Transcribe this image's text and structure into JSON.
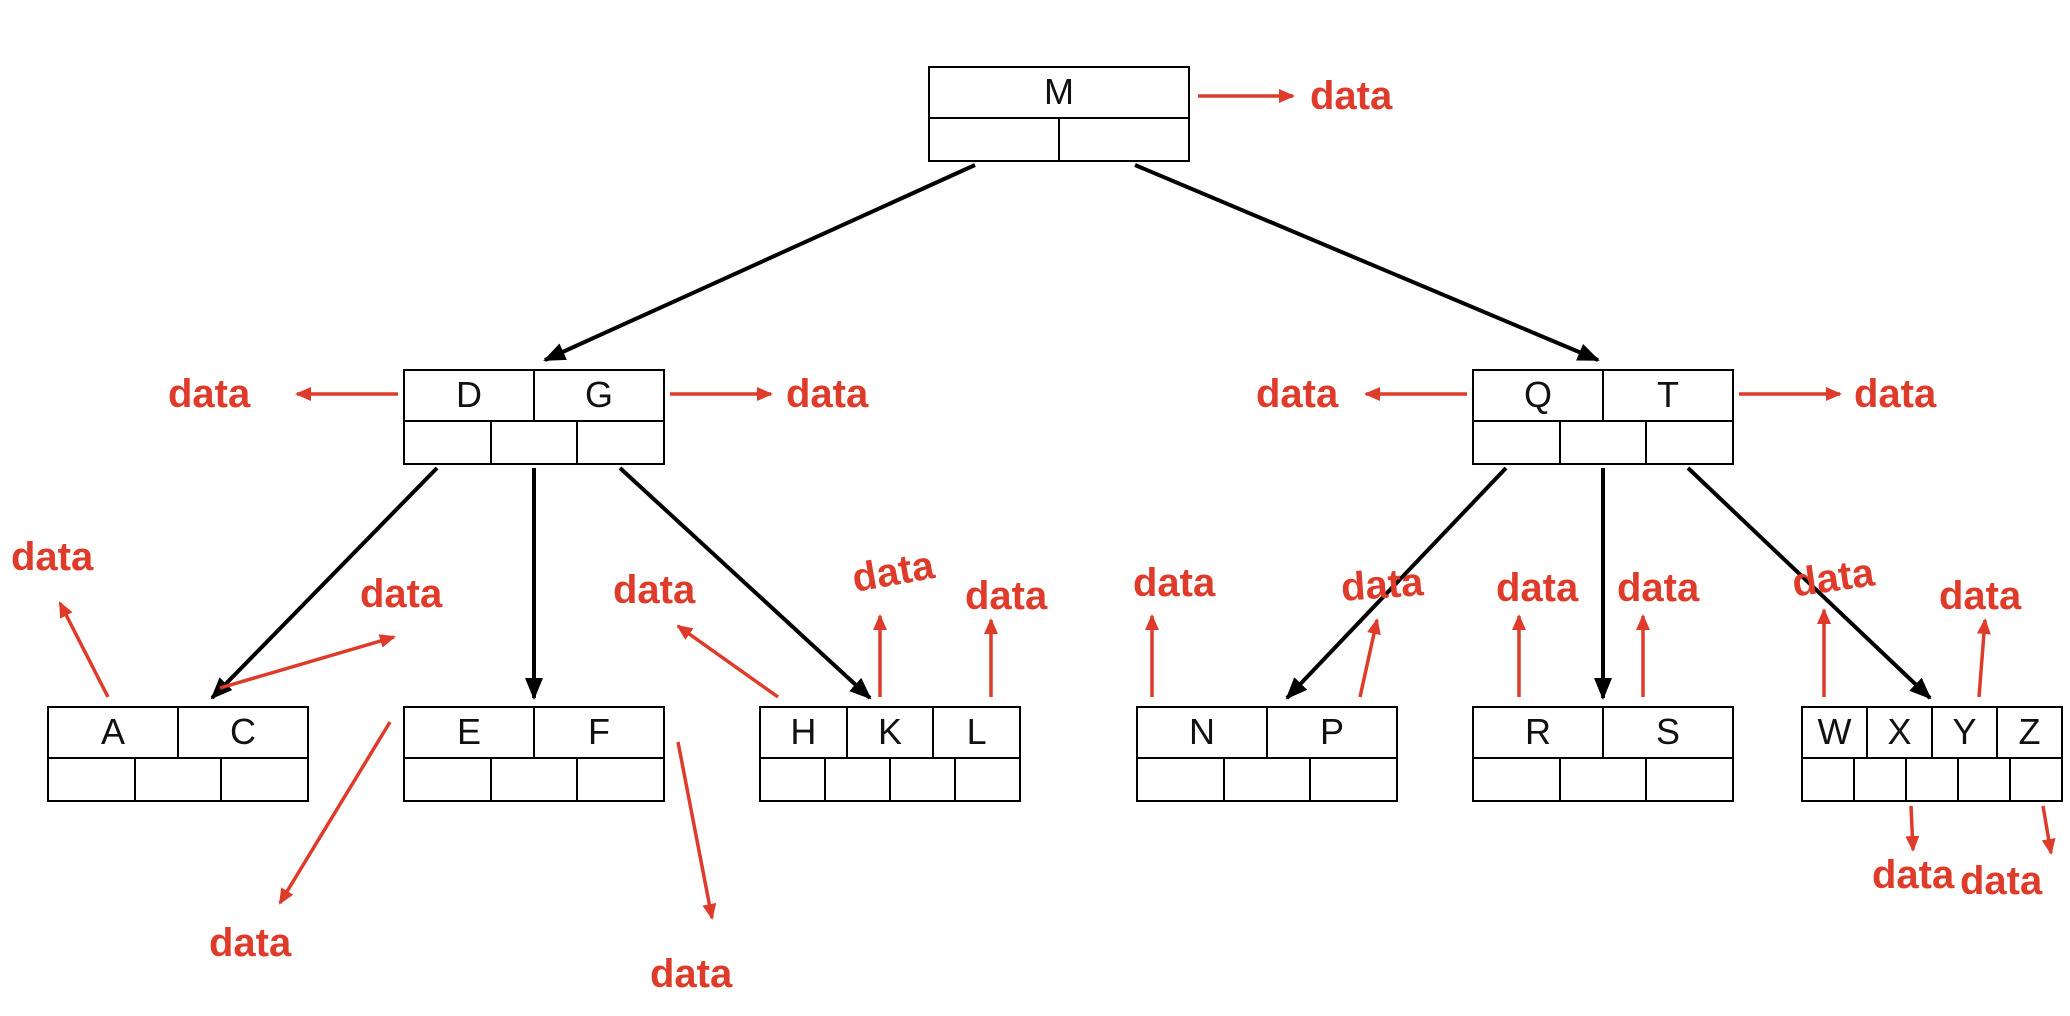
{
  "diagram": {
    "type": "b-tree",
    "data_label": "data",
    "nodes": [
      {
        "id": "root",
        "level": 0,
        "keys": [
          "M"
        ],
        "child_slots": 2
      },
      {
        "id": "dg",
        "level": 1,
        "keys": [
          "D",
          "G"
        ],
        "child_slots": 3
      },
      {
        "id": "qt",
        "level": 1,
        "keys": [
          "Q",
          "T"
        ],
        "child_slots": 3
      },
      {
        "id": "ac",
        "level": 2,
        "keys": [
          "A",
          "C"
        ],
        "child_slots": 3
      },
      {
        "id": "ef",
        "level": 2,
        "keys": [
          "E",
          "F"
        ],
        "child_slots": 3
      },
      {
        "id": "hkl",
        "level": 2,
        "keys": [
          "H",
          "K",
          "L"
        ],
        "child_slots": 4
      },
      {
        "id": "np",
        "level": 2,
        "keys": [
          "N",
          "P"
        ],
        "child_slots": 3
      },
      {
        "id": "rs",
        "level": 2,
        "keys": [
          "R",
          "S"
        ],
        "child_slots": 3
      },
      {
        "id": "wxyz",
        "level": 2,
        "keys": [
          "W",
          "X",
          "Y",
          "Z"
        ],
        "child_slots": 5
      }
    ],
    "edges": [
      {
        "from": "root",
        "to": "dg"
      },
      {
        "from": "root",
        "to": "qt"
      },
      {
        "from": "dg",
        "to": "ac"
      },
      {
        "from": "dg",
        "to": "ef"
      },
      {
        "from": "dg",
        "to": "hkl"
      },
      {
        "from": "qt",
        "to": "np"
      },
      {
        "from": "qt",
        "to": "rs"
      },
      {
        "from": "qt",
        "to": "wxyz"
      }
    ],
    "data_pointer_keys": [
      "M",
      "D",
      "G",
      "Q",
      "T",
      "A",
      "C",
      "E",
      "F",
      "H",
      "K",
      "L",
      "N",
      "P",
      "R",
      "S",
      "W",
      "X",
      "Y",
      "Z"
    ]
  },
  "colors": {
    "edge": "#000000",
    "node_border": "#000000",
    "data_accent": "#de3b2b",
    "background": "#ffffff"
  }
}
